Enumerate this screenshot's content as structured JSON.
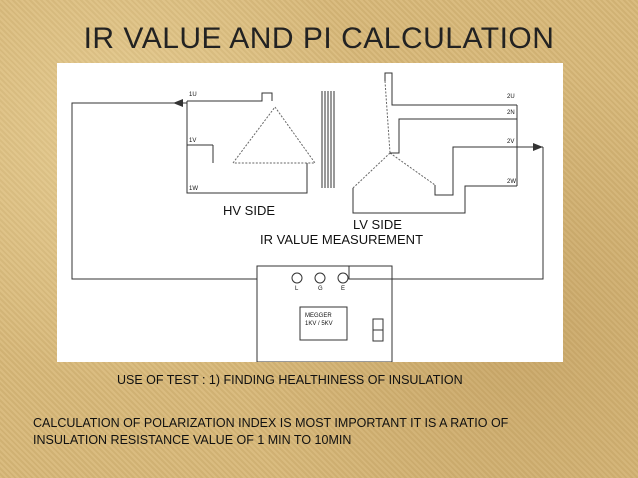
{
  "slide": {
    "title": "IR VALUE AND PI CALCULATION",
    "use_of_test": "USE OF TEST : 1) FINDING HEALTHINESS OF INSULATION",
    "pi_text_line1": "CALCULATION OF POLARIZATION INDEX IS MOST IMPORTANT IT IS A RATIO OF",
    "pi_text_line2": "INSULATION RESISTANCE VALUE OF 1 MIN TO 10MIN"
  },
  "diagram": {
    "hv_terminals": [
      "1U",
      "1V",
      "1W"
    ],
    "lv_terminals": [
      "2U",
      "2N",
      "2V",
      "2W"
    ],
    "hv_side_label": "HV SIDE",
    "lv_side_label": "LV SIDE",
    "ir_label": "IR VALUE MEASUREMENT",
    "megger_terminals": [
      "L",
      "G",
      "E"
    ],
    "megger_label_line1": "MEGGER",
    "megger_label_line2": "1KV / 5KV"
  }
}
